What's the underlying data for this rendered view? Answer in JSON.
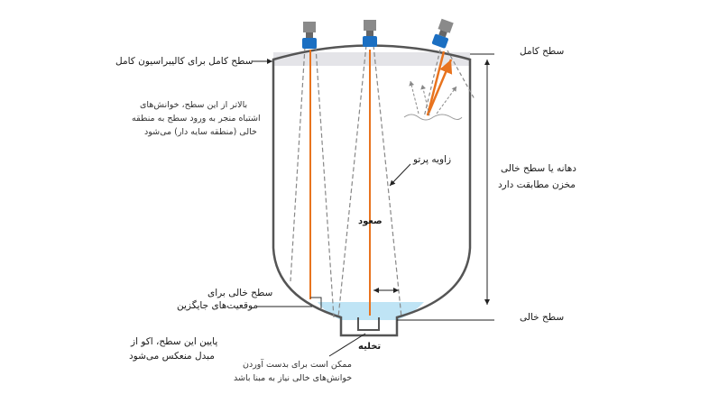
{
  "labels": {
    "full_level": "سطح کامل",
    "full_level_calibration": "سطح کامل برای کالیبراسیون کامل",
    "above_level_note_1": "بالاتر از این سطح، خوانش‌های",
    "above_level_note_2": "اشتباه منجر به ورود سطح به منطقه",
    "above_level_note_3": "خالی (منطقه سایه دار) می‌شود",
    "beam_angle": "زاویه پرتو",
    "rising": "صعود",
    "empty_span_1": "دهانه یا سطح خالی",
    "empty_span_2": "مخزن مطابقت دارد",
    "empty_level": "سطح خالی",
    "empty_alt_1": "سطح خالی برای",
    "empty_alt_2": "موقعیت‌های جایگزین",
    "below_note_1": "پایین این سطح، اکو از",
    "below_note_2": "مبدل منعکس می‌شود",
    "bottom_note_1": "ممکن است برای بدست آوردن",
    "bottom_note_2": "خوانش‌های خالی نیاز به مبنا باشد",
    "drain": "تخلیه"
  },
  "colors": {
    "tank_outline": "#555555",
    "echo_line": "#e8731e",
    "beam_dash": "#888888",
    "liquid": "#bfe4f5",
    "full_band": "#e4e4e8",
    "sensor": "#1b6fc2",
    "sensor_head": "#8a8a8a"
  },
  "icons": [
    "sensor-left-icon",
    "sensor-center-icon",
    "sensor-right-tilted-icon"
  ]
}
